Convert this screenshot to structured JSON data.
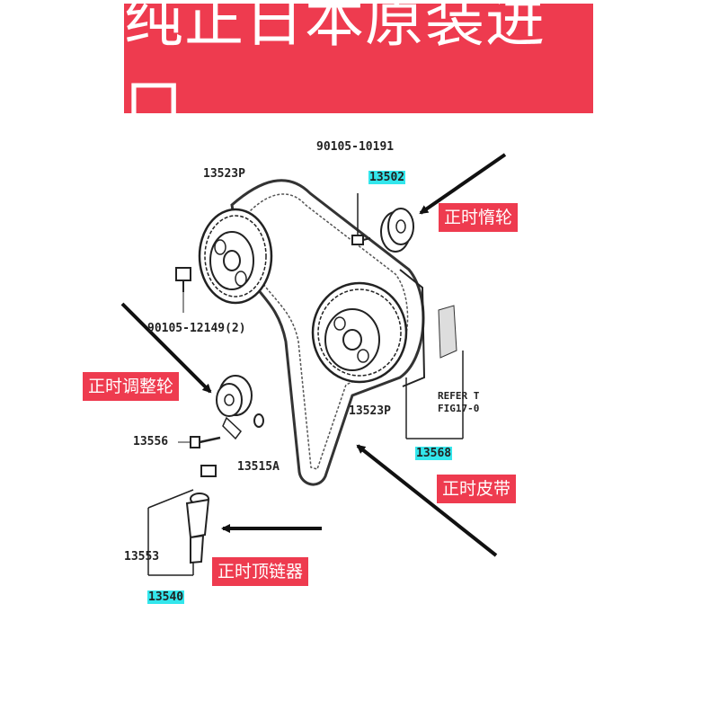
{
  "banner": {
    "text": "纯正日本原装进口",
    "color": "#ee3b4f"
  },
  "callouts": {
    "idler": "正时惰轮",
    "adjuster": "正时调整轮",
    "belt": "正时皮带",
    "tensioner": "正时顶链器"
  },
  "parts": {
    "bolt_upper": "90105-10191",
    "idler": "13502",
    "cam_pulley_upper": "13523P",
    "bolt_left": "90105-12149(2)",
    "cam_pulley_lower": "13523P",
    "bolt_13556": "13556",
    "washer": "13515A",
    "belt": "13568",
    "tensioner_body": "13553",
    "tensioner_assy": "13540"
  },
  "refer": {
    "line1": "REFER T",
    "line2": "FIG17-0"
  },
  "colors": {
    "highlight": "#33e6ec",
    "callout": "#ee3b4f",
    "arrow": "#111111"
  }
}
